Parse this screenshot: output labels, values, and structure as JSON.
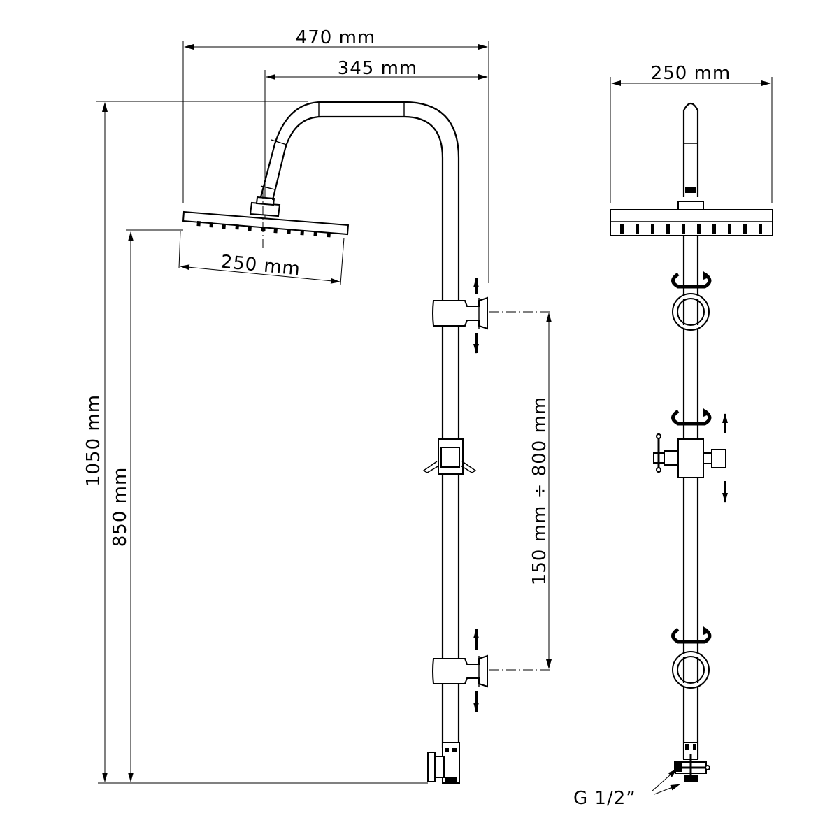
{
  "side_view": {
    "dim_total_width": "470 mm",
    "dim_arm_reach": "345 mm",
    "dim_head_width": "250 mm",
    "dim_total_height": "1050 mm",
    "dim_head_height": "850 mm",
    "dim_adjust_range": "150 mm ÷ 800 mm"
  },
  "front_view": {
    "dim_head_width": "250 mm",
    "dim_connection": "G 1/2”"
  },
  "colors": {
    "line": "#000000",
    "background": "#ffffff"
  }
}
